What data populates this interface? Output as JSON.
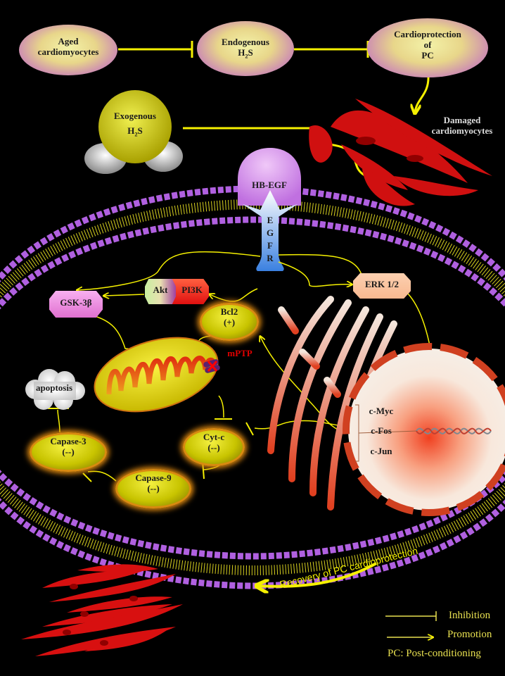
{
  "top_row": {
    "aged": {
      "line1": "Aged",
      "line2": "cardiomyocytes"
    },
    "endogenous": {
      "line1": "Endogenous",
      "line2": "H",
      "sub": "2",
      "line2b": "S"
    },
    "cardioprotection": {
      "line1": "Cardioprotection",
      "line2": "of",
      "line3": "PC"
    }
  },
  "exogenous": {
    "line1": "Exogenous",
    "line2": "H",
    "sub": "2",
    "line2b": "S"
  },
  "damaged": {
    "line1": "Damaged",
    "line2": "cardiomyocytes"
  },
  "receptor": {
    "ligand": "HB-EGF",
    "letters": [
      "E",
      "G",
      "F",
      "R"
    ]
  },
  "kinases": {
    "akt": "Akt",
    "pi3k": "PI3K",
    "gsk": "GSK-3β",
    "erk": "ERK 1/2"
  },
  "bcl2": {
    "line1": "Bcl2",
    "line2": "(+)"
  },
  "mptp": "mPTP",
  "apoptosis": "apoptosis",
  "cytc": {
    "line1": "Cyt-c",
    "line2": "(--)"
  },
  "capase3": {
    "line1": "Capase-3",
    "line2": "(--)"
  },
  "capase9": {
    "line1": "Capase-9",
    "line2": "(--)"
  },
  "genes": [
    "c-Myc",
    "c-Fos",
    "c-Jun"
  ],
  "recovery": "Recovery of PC cardioprotection",
  "legend": {
    "inhibition": "Inhibition",
    "promotion": "Promotion",
    "pc_note": "PC: Post-conditioning"
  },
  "colors": {
    "arrow": "#f5f000",
    "mptp": "#e00000",
    "membrane_head": "#b060e0",
    "cell_red": "#e01010"
  }
}
